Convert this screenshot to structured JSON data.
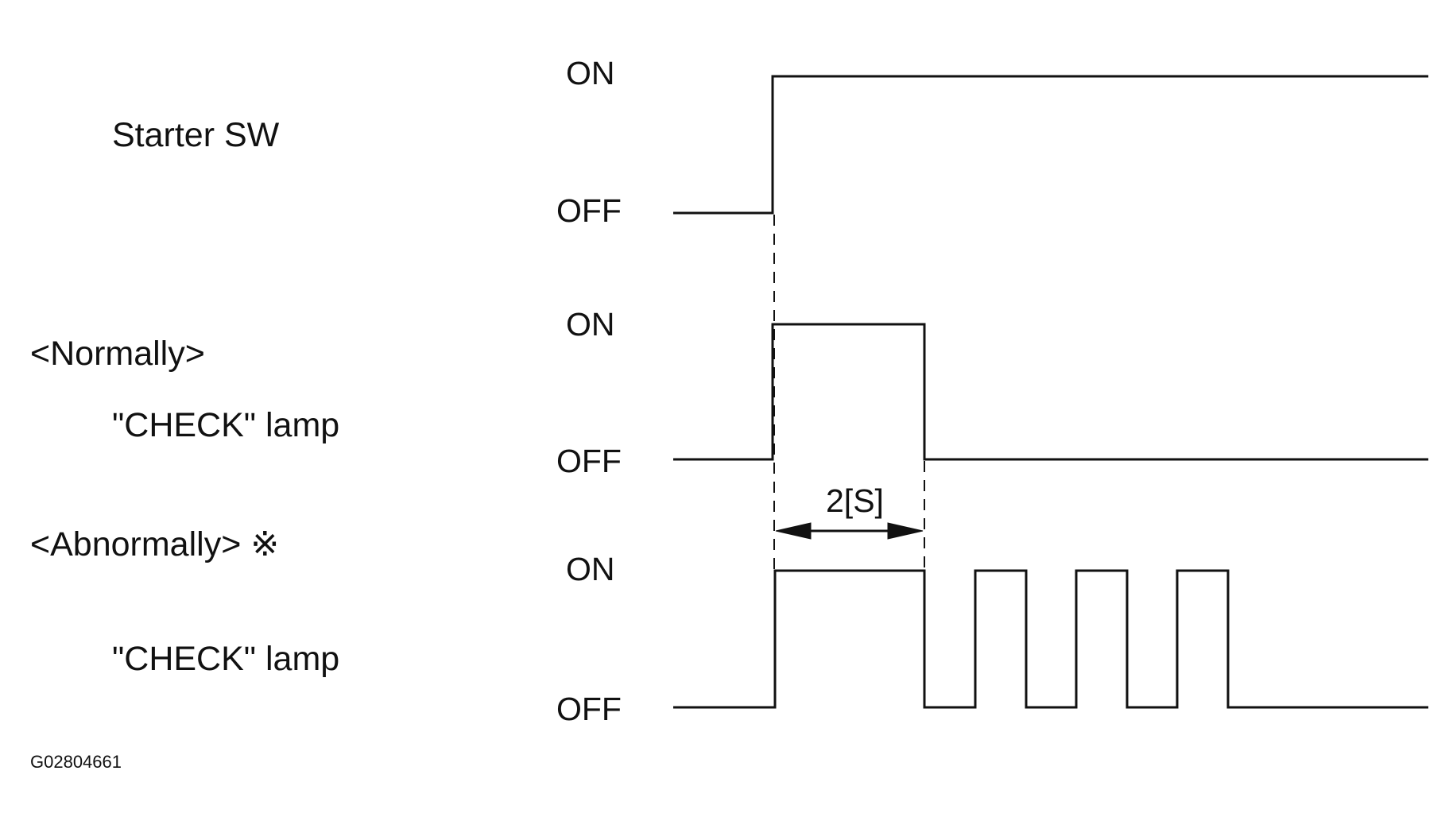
{
  "signals": [
    {
      "label": "Starter SW",
      "group_label": "",
      "on_label": "ON",
      "off_label": "OFF"
    },
    {
      "label": "\"CHECK\" lamp",
      "group_label": "<Normally>",
      "on_label": "ON",
      "off_label": "OFF"
    },
    {
      "label": "\"CHECK\" lamp",
      "group_label": "<Abnormally> ※",
      "on_label": "ON",
      "off_label": "OFF"
    }
  ],
  "timing": {
    "duration_label": "2[S]"
  },
  "figure_id": "G02804661"
}
